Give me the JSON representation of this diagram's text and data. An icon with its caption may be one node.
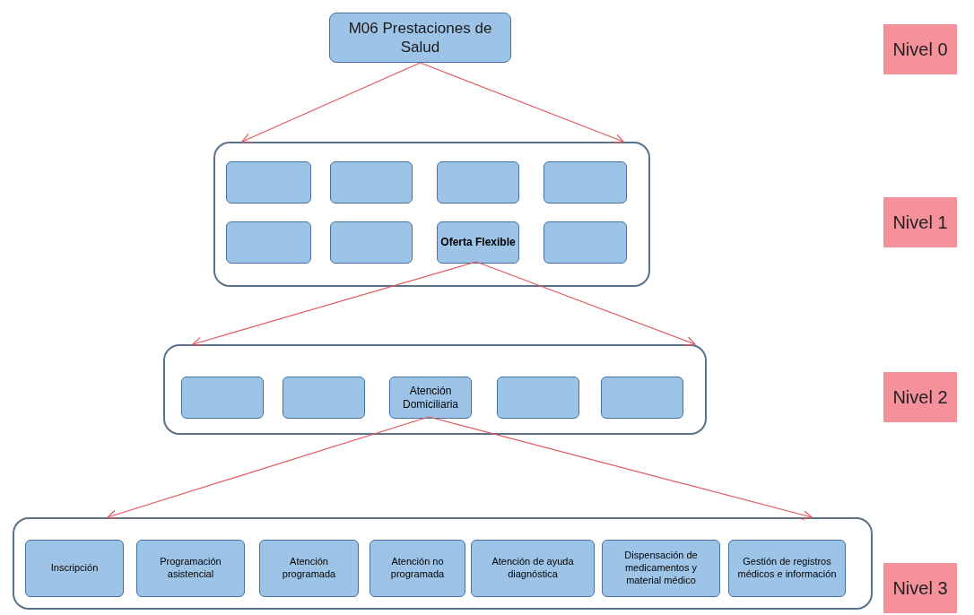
{
  "diagram": {
    "nodes": [
      {
        "text": [
          "M06 Prestaciones de Salud"
        ]
      },
      {
        "text": [],
        "shape": "box"
      },
      {
        "text": [],
        "shape": "box",
        "in": 1
      },
      {
        "text": [],
        "shape": "box",
        "in": 1
      },
      {
        "text": [],
        "shape": "box",
        "in": 1
      },
      {
        "text": [],
        "shape": "box",
        "in": 1
      },
      {
        "text": [],
        "shape": "box",
        "in": 1
      },
      {
        "text": [],
        "shape": "box",
        "in": 1
      },
      {
        "text": [
          "Oferta Flexible"
        ],
        "in": 1
      },
      {
        "text": [],
        "shape": "box",
        "in": 1
      },
      {
        "text": [],
        "shape": "box"
      },
      {
        "text": [],
        "shape": "box",
        "in": 10
      },
      {
        "text": [],
        "shape": "box",
        "in": 10
      },
      {
        "text": [
          "Atención Domiciliaria"
        ],
        "in": 10
      },
      {
        "text": [],
        "shape": "box",
        "in": 10
      },
      {
        "text": [],
        "shape": "box",
        "in": 10
      },
      {
        "text": [],
        "shape": "box"
      },
      {
        "text": [
          "Inscripción"
        ],
        "in": 16
      },
      {
        "text": [
          "Programación asistencial"
        ],
        "in": 16
      },
      {
        "text": [
          "Atención programada"
        ],
        "in": 16
      },
      {
        "text": [
          "Atención no programada"
        ],
        "in": 16
      },
      {
        "text": [
          "Atención de ayuda diagnóstica"
        ],
        "in": 16
      },
      {
        "text": [
          "Dispensación de medicamentos y material médico"
        ],
        "in": 16
      },
      {
        "text": [
          "Gestión de registros médicos e información"
        ],
        "in": 16
      },
      {
        "text": [
          "Nivel 0"
        ]
      },
      {
        "text": [
          "Nivel 1"
        ]
      },
      {
        "text": [
          "Nivel 2"
        ]
      },
      {
        "text": [
          "Nivel 3"
        ]
      }
    ],
    "edges": [
      {
        "from": 0,
        "to": 1,
        "arrow": "to"
      },
      {
        "from": 0,
        "to": 1,
        "arrow": "to"
      },
      {
        "from": 8,
        "to": 10,
        "arrow": "to"
      },
      {
        "from": 8,
        "to": 10,
        "arrow": "to"
      },
      {
        "from": 13,
        "to": 16,
        "arrow": "to"
      },
      {
        "from": 13,
        "to": 16,
        "arrow": "to"
      }
    ]
  }
}
